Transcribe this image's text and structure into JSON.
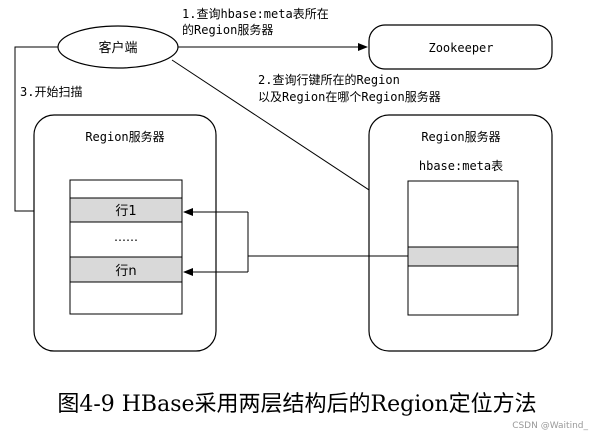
{
  "nodes": {
    "client": "客户端",
    "zookeeper": "Zookeeper",
    "left_server_title": "Region服务器",
    "right_server_title": "Region服务器",
    "meta_table_title": "hbase:meta表",
    "row_1": "行1",
    "row_ellipsis": "……",
    "row_n": "行n"
  },
  "edges": {
    "step1_line1": "1.查询hbase:meta表所在",
    "step1_line2": "的Region服务器",
    "step2_line1": "2.查询行键所在的Region",
    "step2_line2": "以及Region在哪个Region服务器",
    "step3": "3.开始扫描"
  },
  "caption": "图4-9 HBase采用两层结构后的Region定位方法",
  "watermark": "CSDN @Waitind_",
  "colors": {
    "stroke": "#000000",
    "row_fill": "#d9d9d9",
    "background": "#ffffff",
    "watermark": "#9a9a9a"
  }
}
